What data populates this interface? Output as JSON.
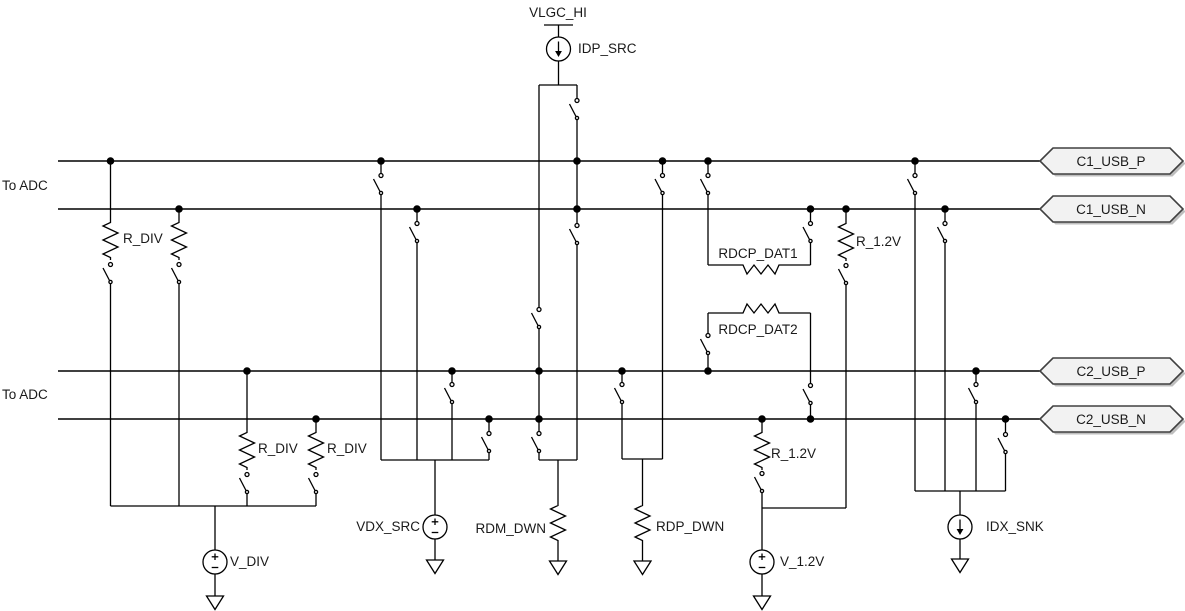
{
  "diagram": {
    "type": "schematic",
    "description": "USB switch-matrix schematic with ADC taps, pull resistors and current/voltage sources",
    "net_labels": {
      "vlgc_hi": "VLGC_HI"
    },
    "adc_label": "To ADC",
    "sources": {
      "idp_src": {
        "label": "IDP_SRC",
        "kind": "current-source-arrow-down"
      },
      "vdx_src": {
        "label": "VDX_SRC",
        "kind": "voltage-source-plus-minus"
      },
      "v_div": {
        "label": "V_DIV",
        "kind": "voltage-source-plus-minus"
      },
      "v_1p2": {
        "label": "V_1.2V",
        "kind": "voltage-source-plus-minus"
      },
      "idx_snk": {
        "label": "IDX_SNK",
        "kind": "current-sink-arrow-down"
      }
    },
    "resistors": {
      "r_div": "R_DIV",
      "rdm_dwn": "RDM_DWN",
      "rdp_dwn": "RDP_DWN",
      "rdcp_dat1": "RDCP_DAT1",
      "rdcp_dat2": "RDCP_DAT2",
      "r_1p2": "R_1.2V"
    },
    "connectors": [
      {
        "label": "C1_USB_P"
      },
      {
        "label": "C1_USB_N"
      },
      {
        "label": "C2_USB_P"
      },
      {
        "label": "C2_USB_N"
      }
    ],
    "colors": {
      "wire": "#000000",
      "text": "#1a1a1a",
      "tag_fill": "#f2f2f2",
      "tag_stroke": "#404040",
      "tag_shadow": "#b3b3b3",
      "background": "#ffffff"
    }
  }
}
